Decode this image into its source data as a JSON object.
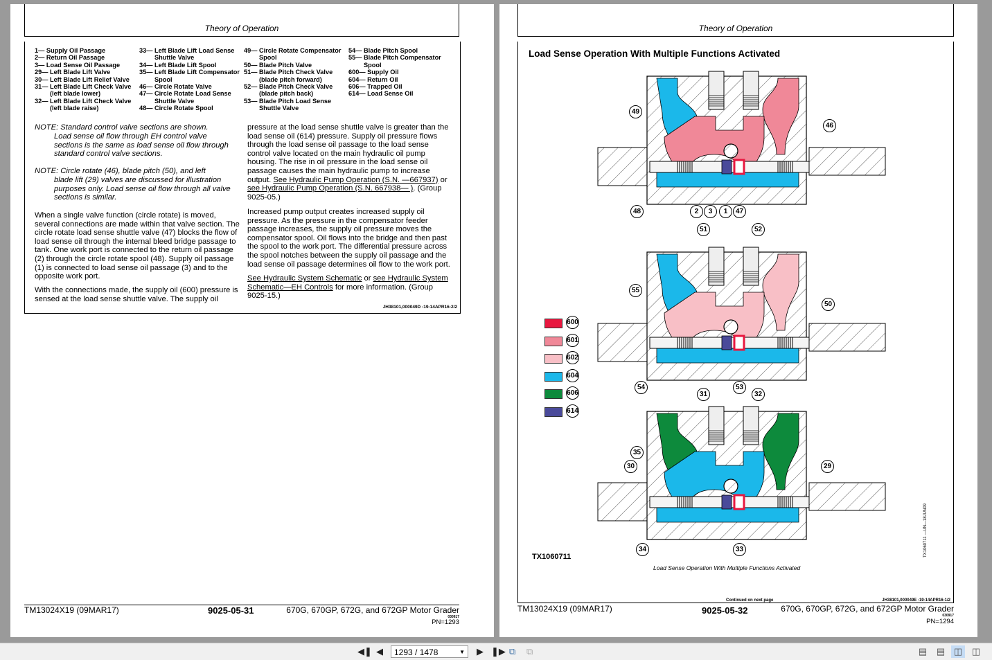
{
  "left_page": {
    "header": "Theory of Operation",
    "legend": [
      [
        "1— Supply Oil Passage",
        "2— Return Oil Passage",
        "3— Load Sense Oil Passage",
        "29— Left Blade Lift Valve",
        "30— Left Blade Lift Relief Valve",
        "31— Left Blade Lift Check Valve (left blade lower)",
        "32— Left Blade Lift Check Valve (left blade raise)"
      ],
      [
        "33— Left Blade Lift Load Sense Shuttle Valve",
        "34— Left Blade Lift Spool",
        "35— Left Blade Lift Compensator Spool",
        "46— Circle Rotate Valve",
        "47— Circle Rotate Load Sense Shuttle Valve",
        "48— Circle Rotate Spool"
      ],
      [
        "49— Circle Rotate Compensator Spool",
        "50— Blade Pitch Valve",
        "51— Blade Pitch Check Valve (blade pitch forward)",
        "52— Blade Pitch Check Valve (blade pitch back)",
        "53— Blade Pitch Load Sense Shuttle Valve"
      ],
      [
        "54— Blade Pitch Spool",
        "55— Blade Pitch Compensator Spool",
        "600— Supply Oil",
        "604— Return Oil",
        "606— Trapped Oil",
        "614— Load Sense Oil"
      ]
    ],
    "note1_head": "NOTE: Standard control valve sections are shown.",
    "note1_body": "Load sense oil flow through EH control valve sections is the same as load sense oil flow through standard control valve sections.",
    "note2_head": "NOTE: Circle rotate (46), blade pitch (50), and left",
    "note2_body": "blade lift (29) valves are discussed for illustration purposes only. Load sense oil flow through all valve sections is similar.",
    "para1": "When a single valve function (circle rotate) is moved, several connections are made within that valve section. The circle rotate load sense shuttle valve (47) blocks the flow of load sense oil through the internal bleed bridge passage to tank. One work port is connected to the return oil passage (2) through the circle rotate spool (48). Supply oil passage (1) is connected to load sense oil passage (3) and to the opposite work port.",
    "para2": "With the connections made, the supply oil (600) pressure is sensed at the load sense shuttle valve. The supply oil",
    "para3a": "pressure at the load sense shuttle valve is greater than the load sense oil (614) pressure. Supply oil pressure flows through the load sense oil passage to the load sense control valve located on the main hydraulic oil pump housing. The rise in oil pressure in the load sense oil passage causes the main hydraulic pump to increase output.",
    "link1": "See Hydraulic Pump Operation (S.N. —667937)",
    "or1": "or",
    "link2": "see Hydraulic Pump Operation (S.N. 667938— )",
    "para3b": ". (Group 9025-05.)",
    "para4": "Increased pump output creates increased supply oil pressure. As the pressure in the compensator feeder passage increases, the supply oil pressure moves the compensator spool. Oil flows into the bridge and then past the spool to the work port. The differential pressure across the spool notches between the supply oil passage and the load sense oil passage determines oil flow to the work port.",
    "link3": "See Hydraulic System Schematic",
    "or2": " or ",
    "link4": "see Hydraulic System Schematic—EH Controls",
    "para5b": " for more information. (Group 9025-15.)",
    "ref": "JH38101,000049D -19-14APR16-2/2",
    "footer_left": "TM13024X19 (09MAR17)",
    "footer_center": "9025-05-31",
    "footer_right": "670G, 670GP, 672G, and 672GP Motor Grader",
    "footer_small": "030917",
    "pn": "PN=1293"
  },
  "right_page": {
    "header": "Theory of Operation",
    "title": "Load Sense Operation With Multiple Functions Activated",
    "figure_id": "TX1060711",
    "side_ref": "TX1060711 —UN—18JUN09",
    "caption": "Load Sense Operation With Multiple Functions Activated",
    "continued": "Continued on next page",
    "ref": "JH38101,000049E -19-14APR16-1/2",
    "legend": [
      {
        "code": "600",
        "color": "#e8173f"
      },
      {
        "code": "601",
        "color": "#f08898"
      },
      {
        "code": "602",
        "color": "#f8bfc6"
      },
      {
        "code": "604",
        "color": "#1bb8ea"
      },
      {
        "code": "606",
        "color": "#0d8a3c"
      },
      {
        "code": "614",
        "color": "#4a4a9a"
      }
    ],
    "diagram1": {
      "callouts": [
        "49",
        "46",
        "48",
        "2",
        "3",
        "1",
        "47"
      ],
      "left_color": "#1bb8ea",
      "right_color": "#f08898"
    },
    "diagram2": {
      "callouts": [
        "51",
        "52",
        "55",
        "50",
        "54",
        "53"
      ],
      "left_color": "#1bb8ea",
      "right_color": "#f8bfc6"
    },
    "diagram3": {
      "callouts": [
        "31",
        "32",
        "35",
        "30",
        "29",
        "34",
        "33"
      ],
      "left_color": "#0d8a3c",
      "right_color": "#0d8a3c",
      "passage_color": "#1bb8ea"
    },
    "footer_left": "TM13024X19 (09MAR17)",
    "footer_center": "9025-05-32",
    "footer_right": "670G, 670GP, 672G, and 672GP Motor Grader",
    "footer_small": "030917",
    "pn": "PN=1294"
  },
  "toolbar": {
    "page_indicator": "1293 / 1478",
    "first_icon": "first-page-icon",
    "prev_icon": "prev-page-icon",
    "next_icon": "next-page-icon",
    "last_icon": "last-page-icon"
  }
}
